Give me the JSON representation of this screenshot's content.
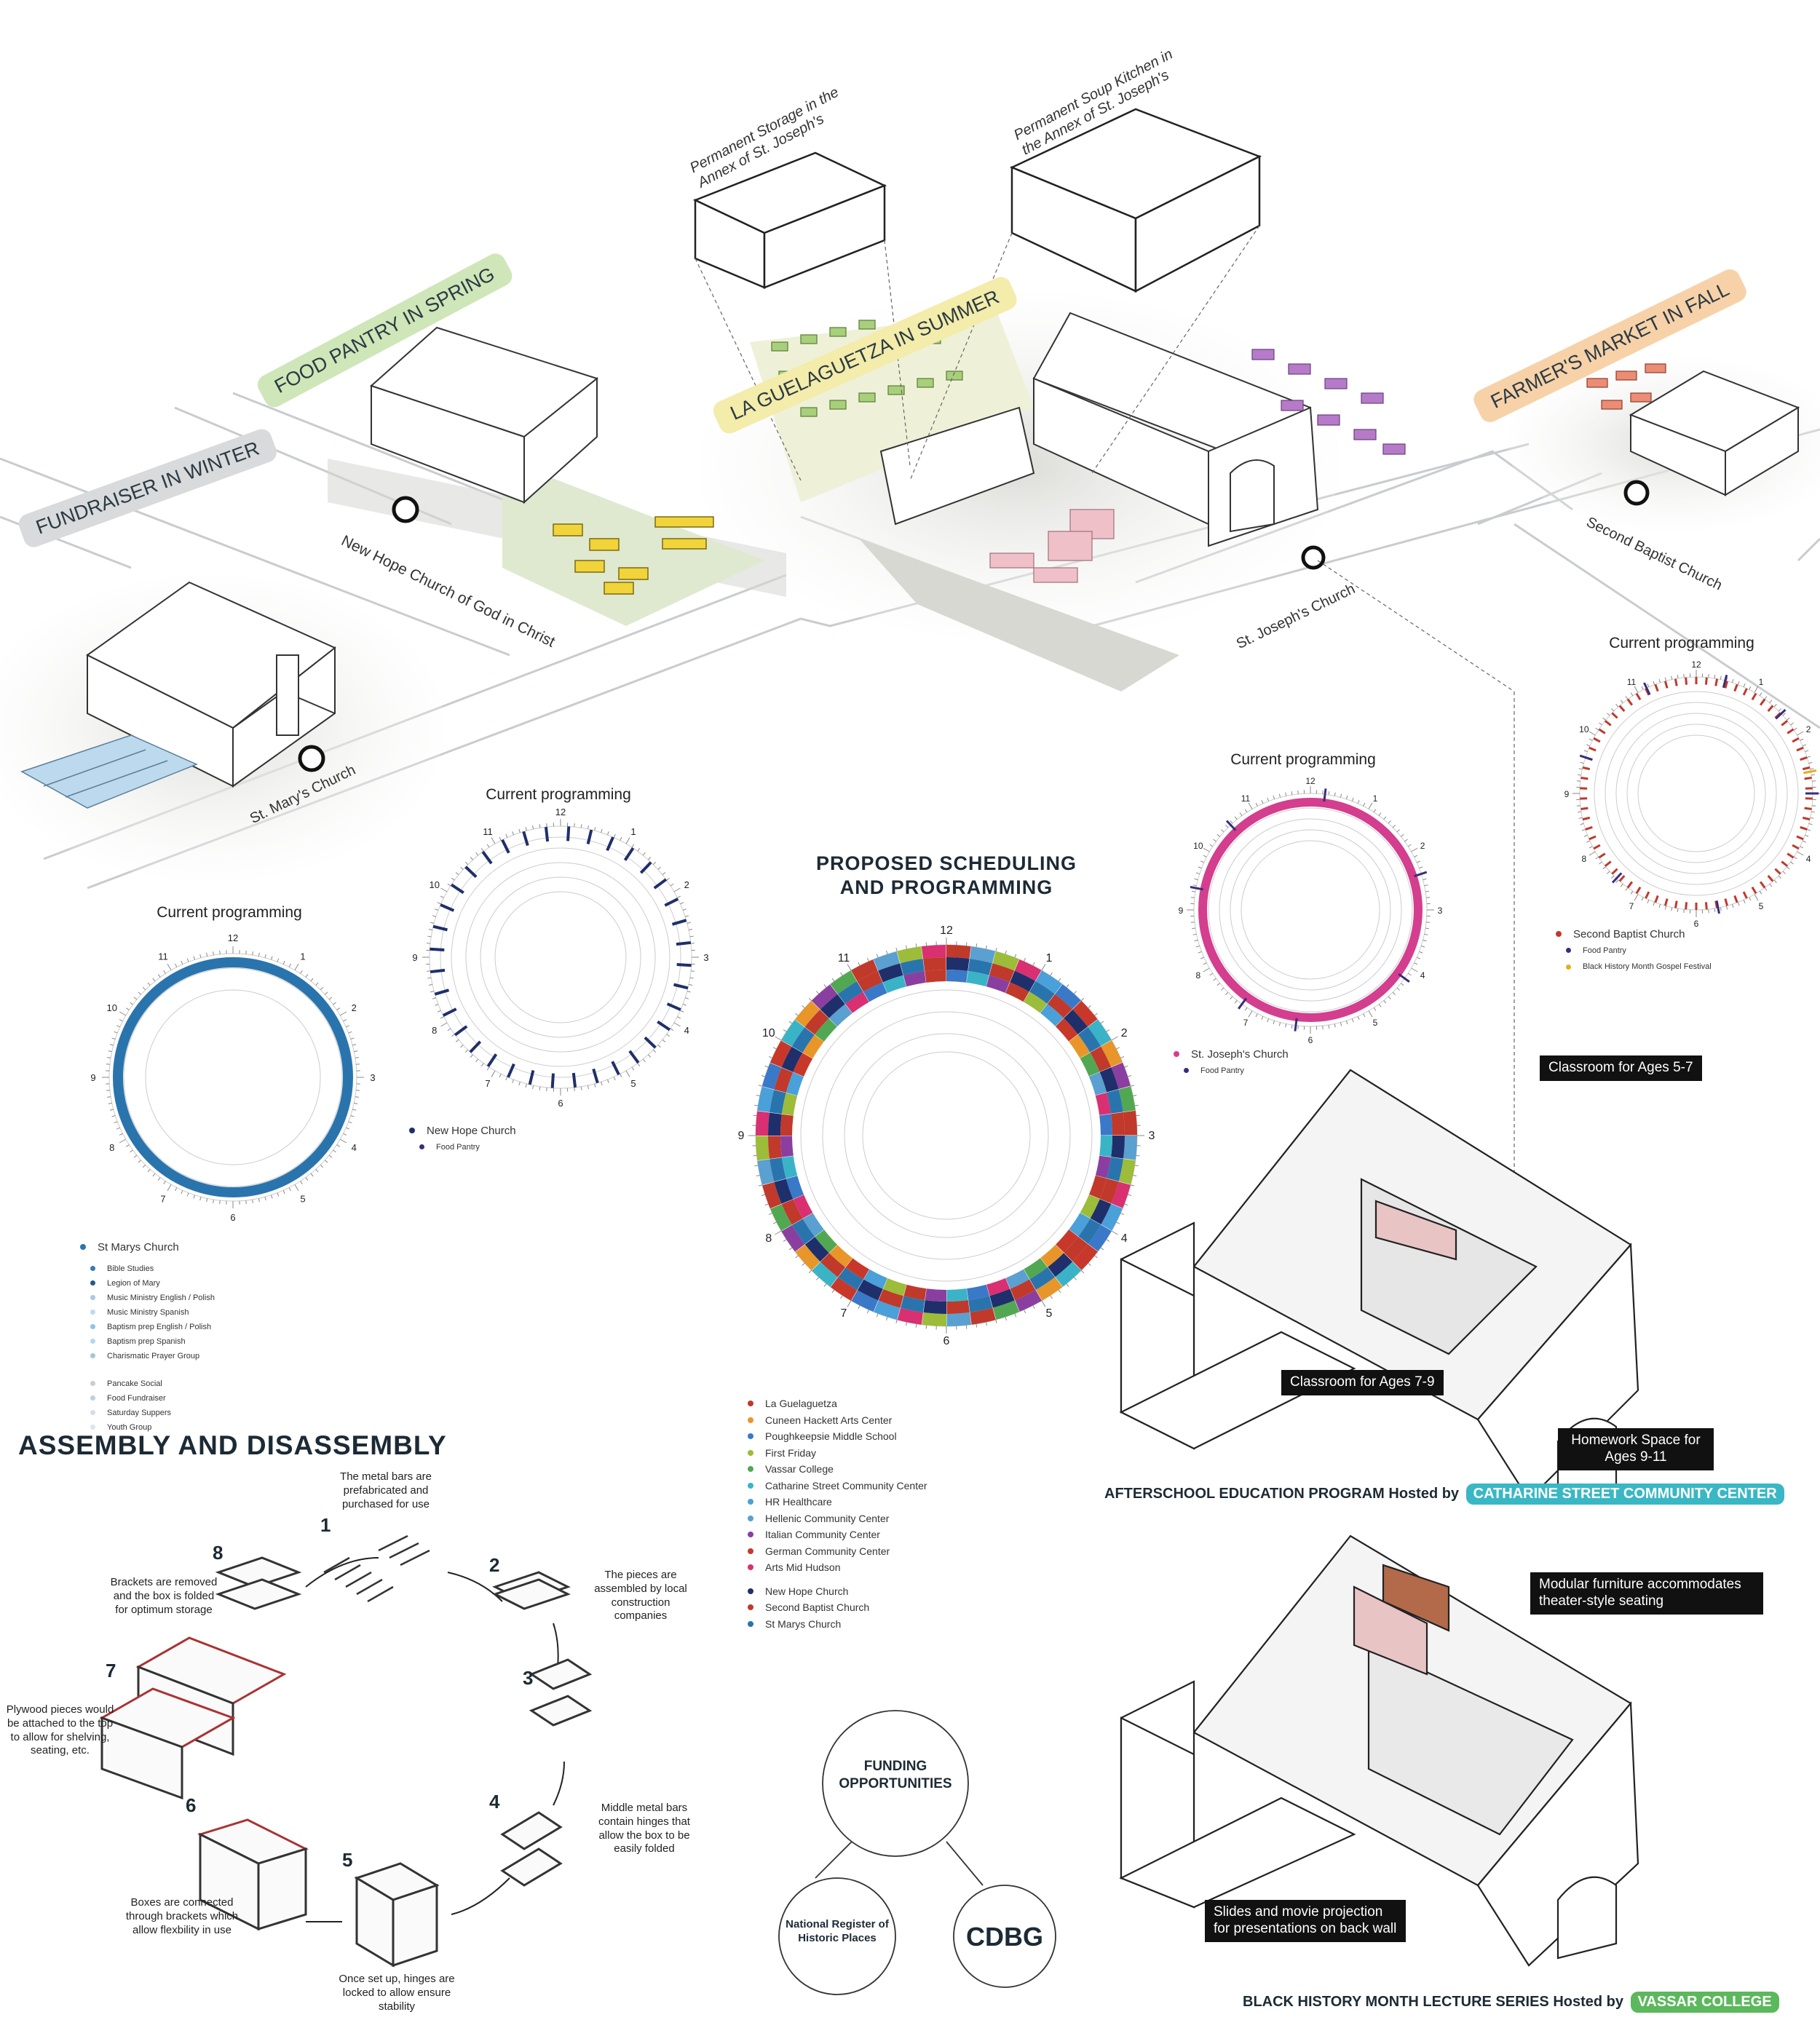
{
  "season_tags": {
    "winter": "FUNDRAISER IN WINTER",
    "spring": "FOOD PANTRY IN SPRING",
    "summer": "LA GUELAGUETZA IN SUMMER",
    "fall": "FARMER'S MARKET IN FALL"
  },
  "callouts": {
    "storage": "Permanent Storage in the Annex of St. Joseph's",
    "kitchen": "Permanent Soup Kitchen in the Annex of St. Joseph's"
  },
  "churches": {
    "new_hope": "New Hope Church of God in Christ",
    "st_marys": "St. Mary's Church",
    "st_josephs": "St. Joseph's Church",
    "second_baptist": "Second Baptist Church"
  },
  "current_programming_title": "Current programming",
  "clock_numbers": [
    "12",
    "1",
    "2",
    "3",
    "4",
    "5",
    "6",
    "7",
    "8",
    "9",
    "10",
    "11"
  ],
  "st_marys_legend": {
    "main": "St Marys Church",
    "items": [
      "Bible Studies",
      "Legion of Mary",
      "Music Ministry English / Polish",
      "Music Ministry Spanish",
      "Baptism prep English / Polish",
      "Baptism prep Spanish",
      "Charismatic Prayer Group"
    ],
    "items2": [
      "Pancake Social",
      "Food Fundraiser",
      "Saturday Suppers",
      "Youth Group"
    ]
  },
  "new_hope_legend": {
    "main": "New Hope Church",
    "items": [
      "Food Pantry"
    ]
  },
  "st_josephs_legend": {
    "main": "St. Joseph's Church",
    "items": [
      "Food Pantry"
    ]
  },
  "second_baptist_legend": {
    "main": "Second Baptist Church",
    "items": [
      "Food Pantry",
      "Black History Month Gospel Festival"
    ]
  },
  "proposed": {
    "title_line1": "PROPOSED SCHEDULING",
    "title_line2": "AND PROGRAMMING",
    "legend": [
      "La Guelaguetza",
      "Cuneen Hackett Arts Center",
      "Poughkeepsie Middle School",
      "First Friday",
      "Vassar College",
      "Catharine Street Community Center",
      "HR Healthcare",
      "Hellenic Community Center",
      "Italian Community Center",
      "German Community Center",
      "Arts Mid Hudson"
    ],
    "legend2": [
      "New Hope Church",
      "Second Baptist Church",
      "St Marys Church"
    ]
  },
  "colors": {
    "st_marys": "#2a74ad",
    "new_hope": "#1f2f6b",
    "st_josephs": "#d43e8e",
    "second_baptist": "#c0392b",
    "food_pantry": "#3b2d7a",
    "gospel": "#e0b020",
    "legend_proposed": [
      "#c0392b",
      "#e8962a",
      "#3a78c8",
      "#9cbc3a",
      "#52a852",
      "#3bb3c7",
      "#4aa0d8",
      "#5aa0d0",
      "#8a3fa0",
      "#c8382a",
      "#d83070"
    ],
    "legend_proposed2": [
      "#1f2f6b",
      "#c0392b",
      "#2a74ad"
    ],
    "winter_tag": "#d8dadc",
    "spring_tag": "#cfe6b8",
    "summer_tag": "#f3ecaa",
    "fall_tag": "#f7d2a8",
    "catharine_pill": "#3ab7c4",
    "vassar_pill": "#5cb85c"
  },
  "assembly": {
    "title": "ASSEMBLY AND DISASSEMBLY",
    "steps": [
      {
        "n": "1",
        "text": "The metal bars are prefabricated and purchased for use"
      },
      {
        "n": "2",
        "text": "The pieces are assembled by local construction companies"
      },
      {
        "n": "3",
        "text": ""
      },
      {
        "n": "4",
        "text": "Middle metal bars contain hinges that allow the box to be easily folded"
      },
      {
        "n": "5",
        "text": "Once set up, hinges are locked to allow ensure stability"
      },
      {
        "n": "6",
        "text": "Boxes are connected through brackets which allow flexbility in use"
      },
      {
        "n": "7",
        "text": "Plywood pieces would be attached to the top to allow for shelving, seating, etc."
      },
      {
        "n": "8",
        "text": "Brackets are removed and the box is folded for optimum storage"
      }
    ]
  },
  "funding": {
    "title": "FUNDING OPPORTUNITIES",
    "a": "National Register of Historic Places",
    "b": "CDBG"
  },
  "afterschool": {
    "c1": "Classroom for Ages 5-7",
    "c2": "Classroom for Ages 7-9",
    "c3": "Homework Space for Ages 9-11",
    "title": "AFTERSCHOOL EDUCATION PROGRAM Hosted by",
    "host": "CATHARINE STREET COMMUNITY CENTER"
  },
  "lecture": {
    "c1": "Modular furniture accommodates theater-style seating",
    "c2": "Slides and movie projection for presentations on back wall",
    "title": "BLACK HISTORY MONTH LECTURE SERIES Hosted by",
    "host": "VASSAR COLLEGE"
  }
}
